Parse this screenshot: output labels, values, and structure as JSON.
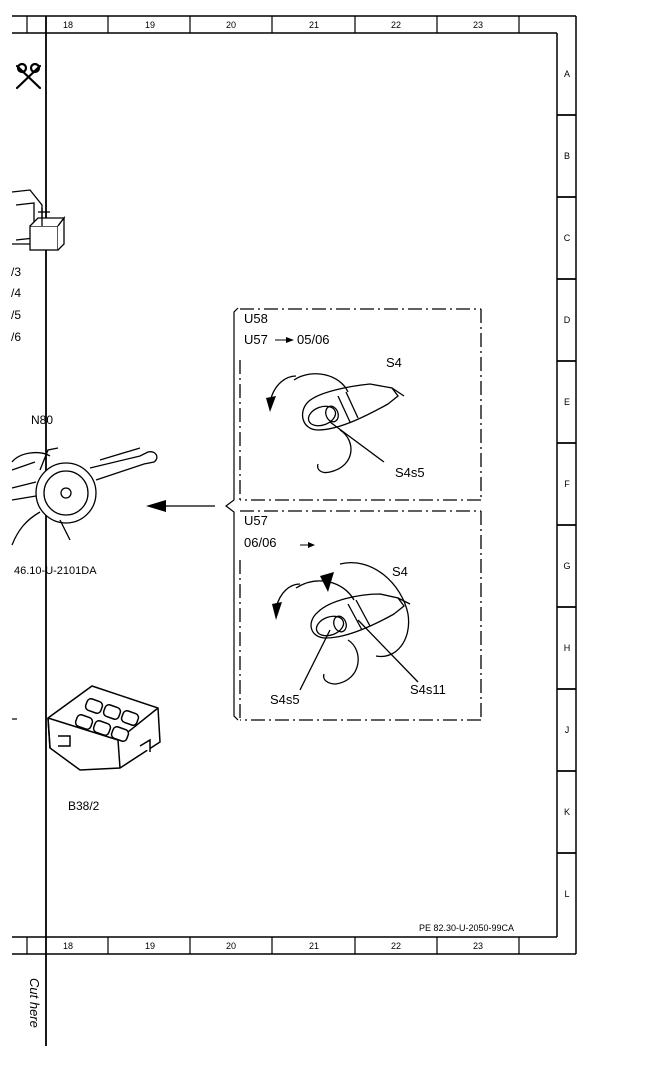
{
  "columns": [
    "18",
    "19",
    "20",
    "21",
    "22",
    "23"
  ],
  "rows": [
    "A",
    "B",
    "C",
    "D",
    "E",
    "F",
    "G",
    "H",
    "J",
    "K",
    "L"
  ],
  "left_labels": {
    "connector_pins": [
      "/3",
      "/4",
      "/5",
      "/6"
    ],
    "n80": "N80",
    "n80_code": "46.10-U-2101DA",
    "b38": "B38/2"
  },
  "panel_top": {
    "line1": "U58",
    "line2_from": "U57",
    "line2_to": "05/06",
    "switch_label": "S4",
    "sub_label": "S4s5"
  },
  "panel_bottom": {
    "line1": "U57",
    "line2": "06/06",
    "switch_label": "S4",
    "sub_label_left": "S4s5",
    "sub_label_right": "S4s11"
  },
  "reference_code": "PE 82.30-U-2050-99CA",
  "cut_here": "Cut here",
  "icons": [
    "scissors-icon",
    "arrow-left-icon",
    "arrow-right-icon"
  ]
}
